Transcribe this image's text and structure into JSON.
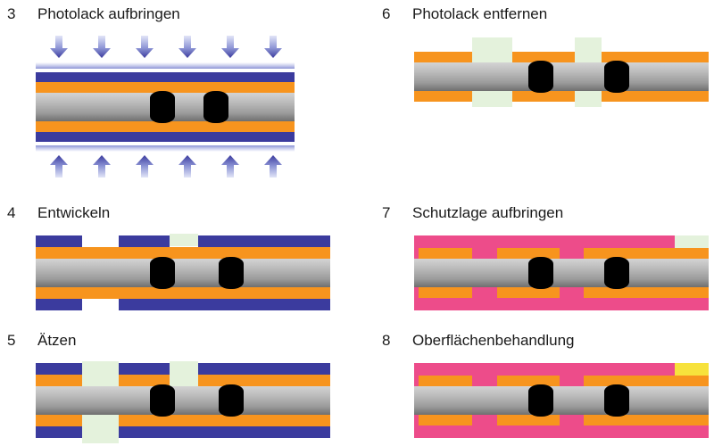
{
  "figure": {
    "kind": "pcb-process-steps",
    "background": "#ffffff",
    "palette": {
      "copper": "#F7941E",
      "core_gray_light": "#C9C9C9",
      "core_gray_dark": "#7F7F7F",
      "resist_blue": "#3B3B9E",
      "resist_film_light": "#C9CCEE",
      "arrow_blue": "#3B3B9E",
      "arrow_light": "#CDD2F0",
      "solder_mask_pink": "#ED4C8A",
      "gold_pad_yellow": "#F7E23C",
      "highlight_green": "#E4F2DC",
      "via_black": "#000000",
      "text": "#1a1a1a"
    },
    "panels": [
      {
        "id": "step-3",
        "number": "3",
        "title": "Photolack aufbringen",
        "description": "Photoresist lamination: resist film applied from both sides, shown by gradient arrows pressing onto the copper clad core."
      },
      {
        "id": "step-6",
        "number": "6",
        "title": "Photolack entfernen",
        "description": "Photoresist stripping: remaining resist removed, leaving patterned copper with green highlighted open areas."
      },
      {
        "id": "step-4",
        "number": "4",
        "title": "Entwickeln",
        "description": "Developing: exposed resist washed away leaving gaps in the blue resist over continuous copper."
      },
      {
        "id": "step-7",
        "number": "7",
        "title": "Schutzlage aufbringen",
        "description": "Solder mask application: pink protective layer covers the board except the pad opening at the right."
      },
      {
        "id": "step-5",
        "number": "5",
        "title": "Ätzen",
        "description": "Etching: copper removed in the openings, etching through both copper and the core edges, marked green."
      },
      {
        "id": "step-8",
        "number": "8",
        "title": "Oberflächenbehandlung",
        "description": "Surface finishing: exposed pad at the right plated with gold, shown as the yellow block."
      }
    ]
  }
}
